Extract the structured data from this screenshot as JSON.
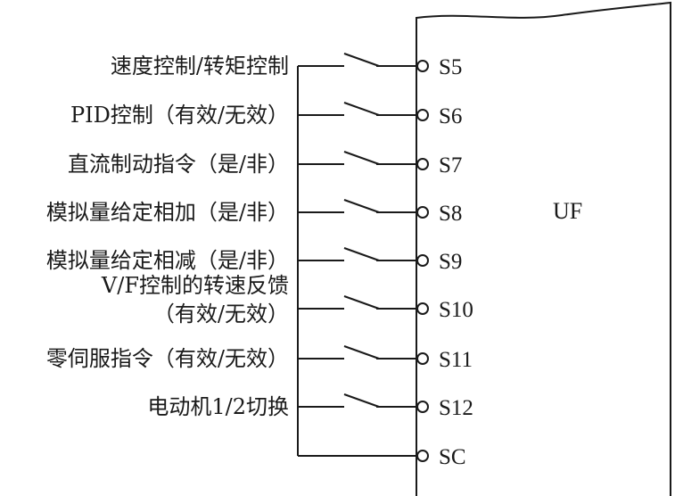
{
  "device": {
    "label": "UF"
  },
  "inputs": [
    {
      "lines": [
        "速度控制/转矩控制"
      ],
      "terminal": "S5"
    },
    {
      "lines": [
        "PID控制（有效/无效）"
      ],
      "terminal": "S6"
    },
    {
      "lines": [
        "直流制动指令（是/非）"
      ],
      "terminal": "S7"
    },
    {
      "lines": [
        "模拟量给定相加（是/非）"
      ],
      "terminal": "S8"
    },
    {
      "lines": [
        "模拟量给定相减（是/非）"
      ],
      "terminal": "S9"
    },
    {
      "lines": [
        "V/F控制的转速反馈",
        "（有效/无效）"
      ],
      "terminal": "S10"
    },
    {
      "lines": [
        "零伺服指令（有效/无效）"
      ],
      "terminal": "S11"
    },
    {
      "lines": [
        "电动机1/2切换"
      ],
      "terminal": "S12"
    }
  ],
  "common": {
    "terminal": "SC"
  }
}
